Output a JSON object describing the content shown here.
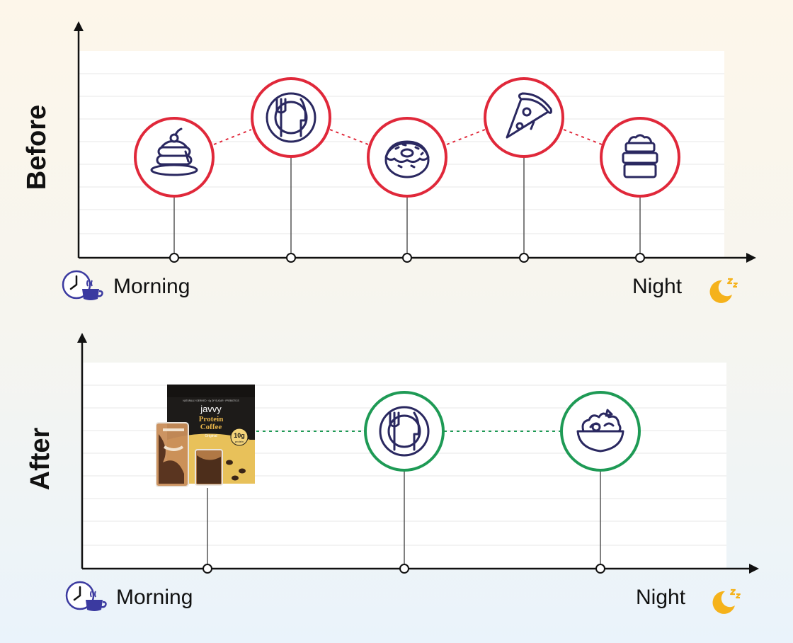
{
  "panels": {
    "before": {
      "label": "Before",
      "start_label": "Morning",
      "end_label": "Night",
      "accent": "#e0283a",
      "meals": [
        "pancakes-icon",
        "plate-cutlery-icon",
        "donut-icon",
        "pizza-slice-icon",
        "takeout-boxes-icon"
      ]
    },
    "after": {
      "label": "After",
      "start_label": "Morning",
      "end_label": "Night",
      "accent": "#1e9a55",
      "product": {
        "brand": "javvy",
        "name_line1": "Protein",
        "name_line2": "Coffee",
        "tagline": "NATURALLY DERIVED · 0g OF SUGAR · PREBIOTICS",
        "variant": "Original",
        "badge_value": "10g",
        "badge_text": "protein"
      },
      "meals": [
        "protein-coffee-product",
        "plate-cutlery-icon",
        "salad-bowl-icon"
      ]
    }
  },
  "colors": {
    "axis": "#111111",
    "grid": "#ececec",
    "clock_icon": "#3b3aa0",
    "moon_icon": "#f5b21b"
  }
}
